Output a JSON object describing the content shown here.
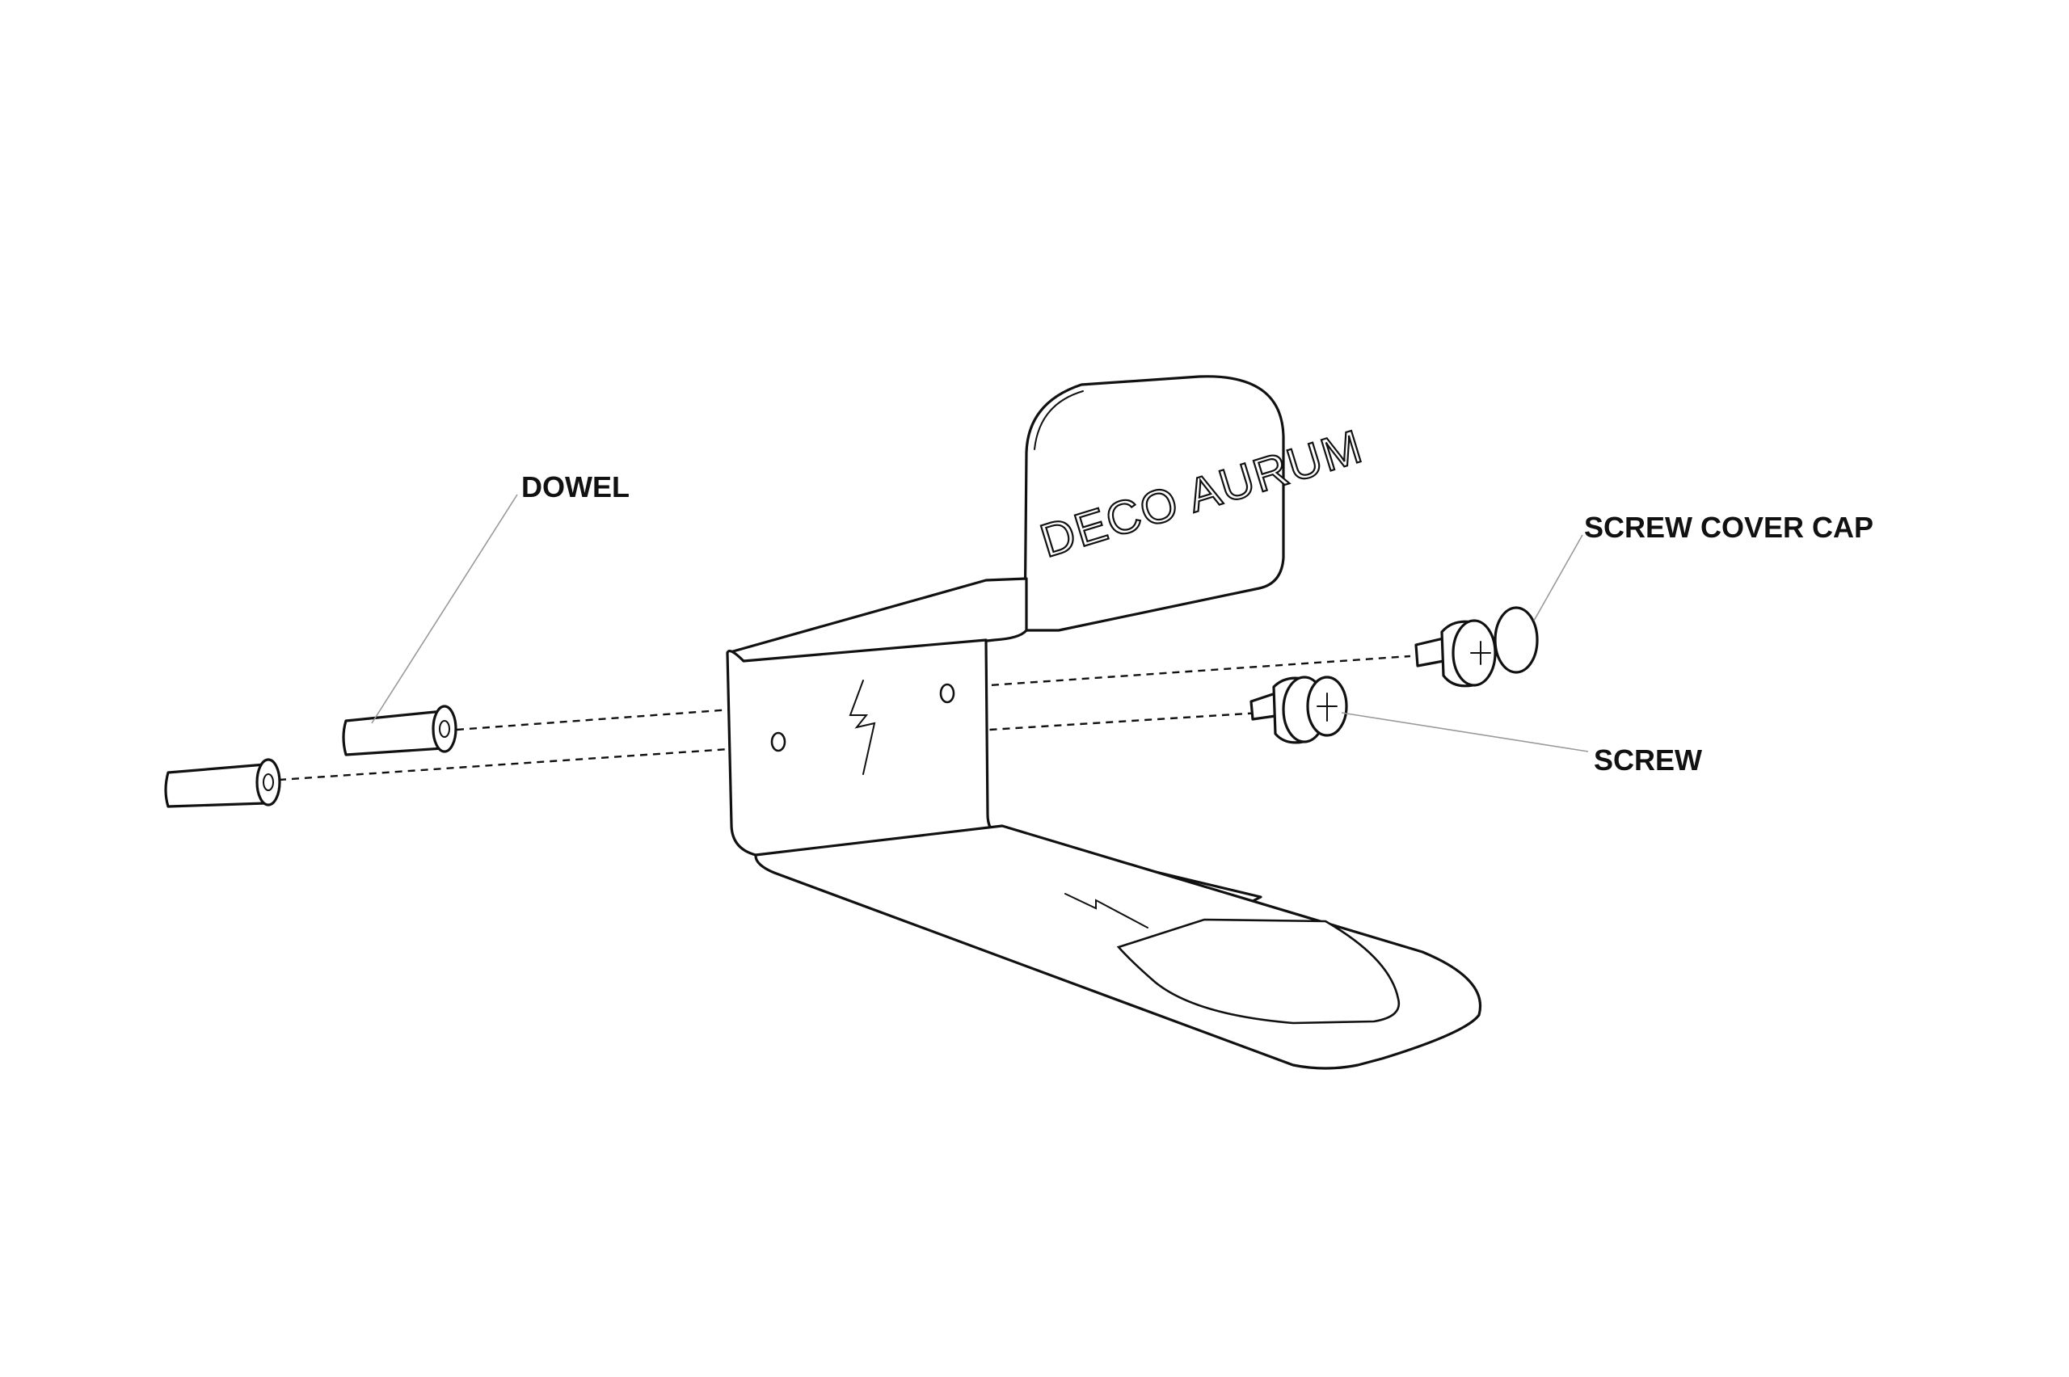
{
  "callouts": {
    "dowel": "DOWEL",
    "screw_cover_cap": "SCREW COVER CAP",
    "screw": "SCREW"
  },
  "bracket": {
    "engraving": "DECO AURUM"
  },
  "colors": {
    "line": "#111111",
    "leader": "#9a9a9a",
    "background": "#ffffff"
  }
}
